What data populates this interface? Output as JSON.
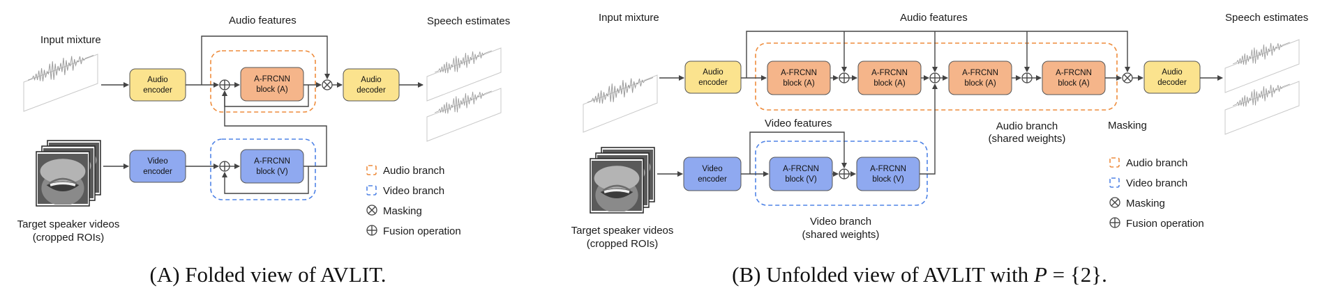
{
  "panel_a": {
    "input_label": "Input mixture",
    "audio_features_label": "Audio features",
    "speech_label": "Speech estimates",
    "audio_encoder": [
      "Audio",
      "encoder"
    ],
    "audio_decoder": [
      "Audio",
      "decoder"
    ],
    "video_encoder": [
      "Video",
      "encoder"
    ],
    "frcnn_audio": [
      "A-FRCNN",
      "block (A)"
    ],
    "frcnn_video": [
      "A-FRCNN",
      "block (V)"
    ],
    "video_label_1": "Target speaker videos",
    "video_label_2": "(cropped ROIs)",
    "caption": "(A) Folded view of AVLIT."
  },
  "panel_b": {
    "input_label": "Input mixture",
    "audio_features_label": "Audio features",
    "speech_label": "Speech estimates",
    "video_features_label": "Video features",
    "masking_label": "Masking",
    "audio_encoder": [
      "Audio",
      "encoder"
    ],
    "audio_decoder": [
      "Audio",
      "decoder"
    ],
    "video_encoder": [
      "Video",
      "encoder"
    ],
    "frcnn_audio": [
      "A-FRCNN",
      "block (A)"
    ],
    "frcnn_video": [
      "A-FRCNN",
      "block (V)"
    ],
    "audio_branch_1": "Audio branch",
    "audio_branch_2": "(shared weights)",
    "video_branch_1": "Video branch",
    "video_branch_2": "(shared weights)",
    "video_label_1": "Target speaker videos",
    "video_label_2": "(cropped ROIs)",
    "caption_prefix": "(B) Unfolded view of AVLIT with ",
    "caption_var": "P",
    "caption_suffix": " = {2}."
  },
  "legend": {
    "audio_branch": "Audio branch",
    "video_branch": "Video branch",
    "masking": "Masking",
    "fusion": "Fusion operation"
  },
  "colors": {
    "audio": "#fbe38e",
    "video": "#8fa9f0",
    "frcnn_audio": "#f5b58a",
    "orange_dash": "#ee8c3c",
    "blue_dash": "#4f83e6"
  }
}
